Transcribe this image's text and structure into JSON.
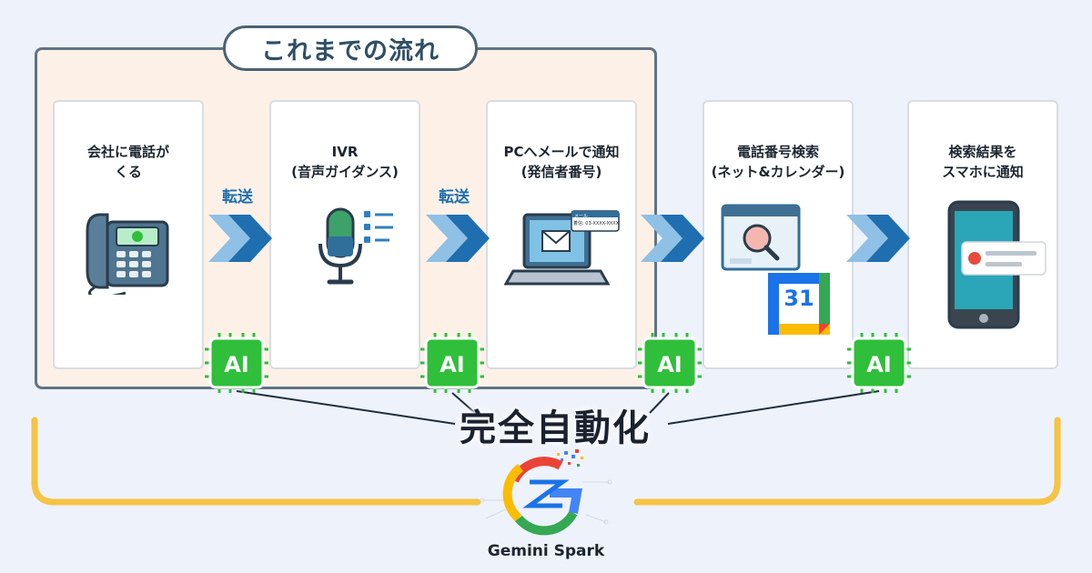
{
  "header": {
    "title": "これまでの流れ"
  },
  "steps": [
    {
      "label": "会社に電話が\nくる",
      "icon": "desk-phone-icon"
    },
    {
      "label": "IVR\n(音声ガイダンス)",
      "icon": "microphone-icon"
    },
    {
      "label": "PCへメールで通知\n(発信者番号)",
      "icon": "laptop-mail-icon",
      "mail_tag": "メール",
      "mail_number": "着信: 03-XXXX-XXXX"
    },
    {
      "label": "電話番号検索\n(ネット&カレンダー)",
      "icon": "web-search-icon",
      "calendar_day": "31"
    },
    {
      "label": "検索結果を\nスマホに通知",
      "icon": "smartphone-notification-icon"
    }
  ],
  "transfers": [
    "転送",
    "転送"
  ],
  "ai_chips": [
    "AI",
    "AI",
    "AI",
    "AI"
  ],
  "headline": "完全自動化",
  "brand": {
    "name": "Gemini Spark"
  },
  "colors": {
    "legacy_bg": "#fdf1e7",
    "frame": "#5f7484",
    "arrow_blue": "#1f6fb0",
    "chip_green": "#2fbf3a",
    "bracket_yellow": "#f6c343"
  }
}
